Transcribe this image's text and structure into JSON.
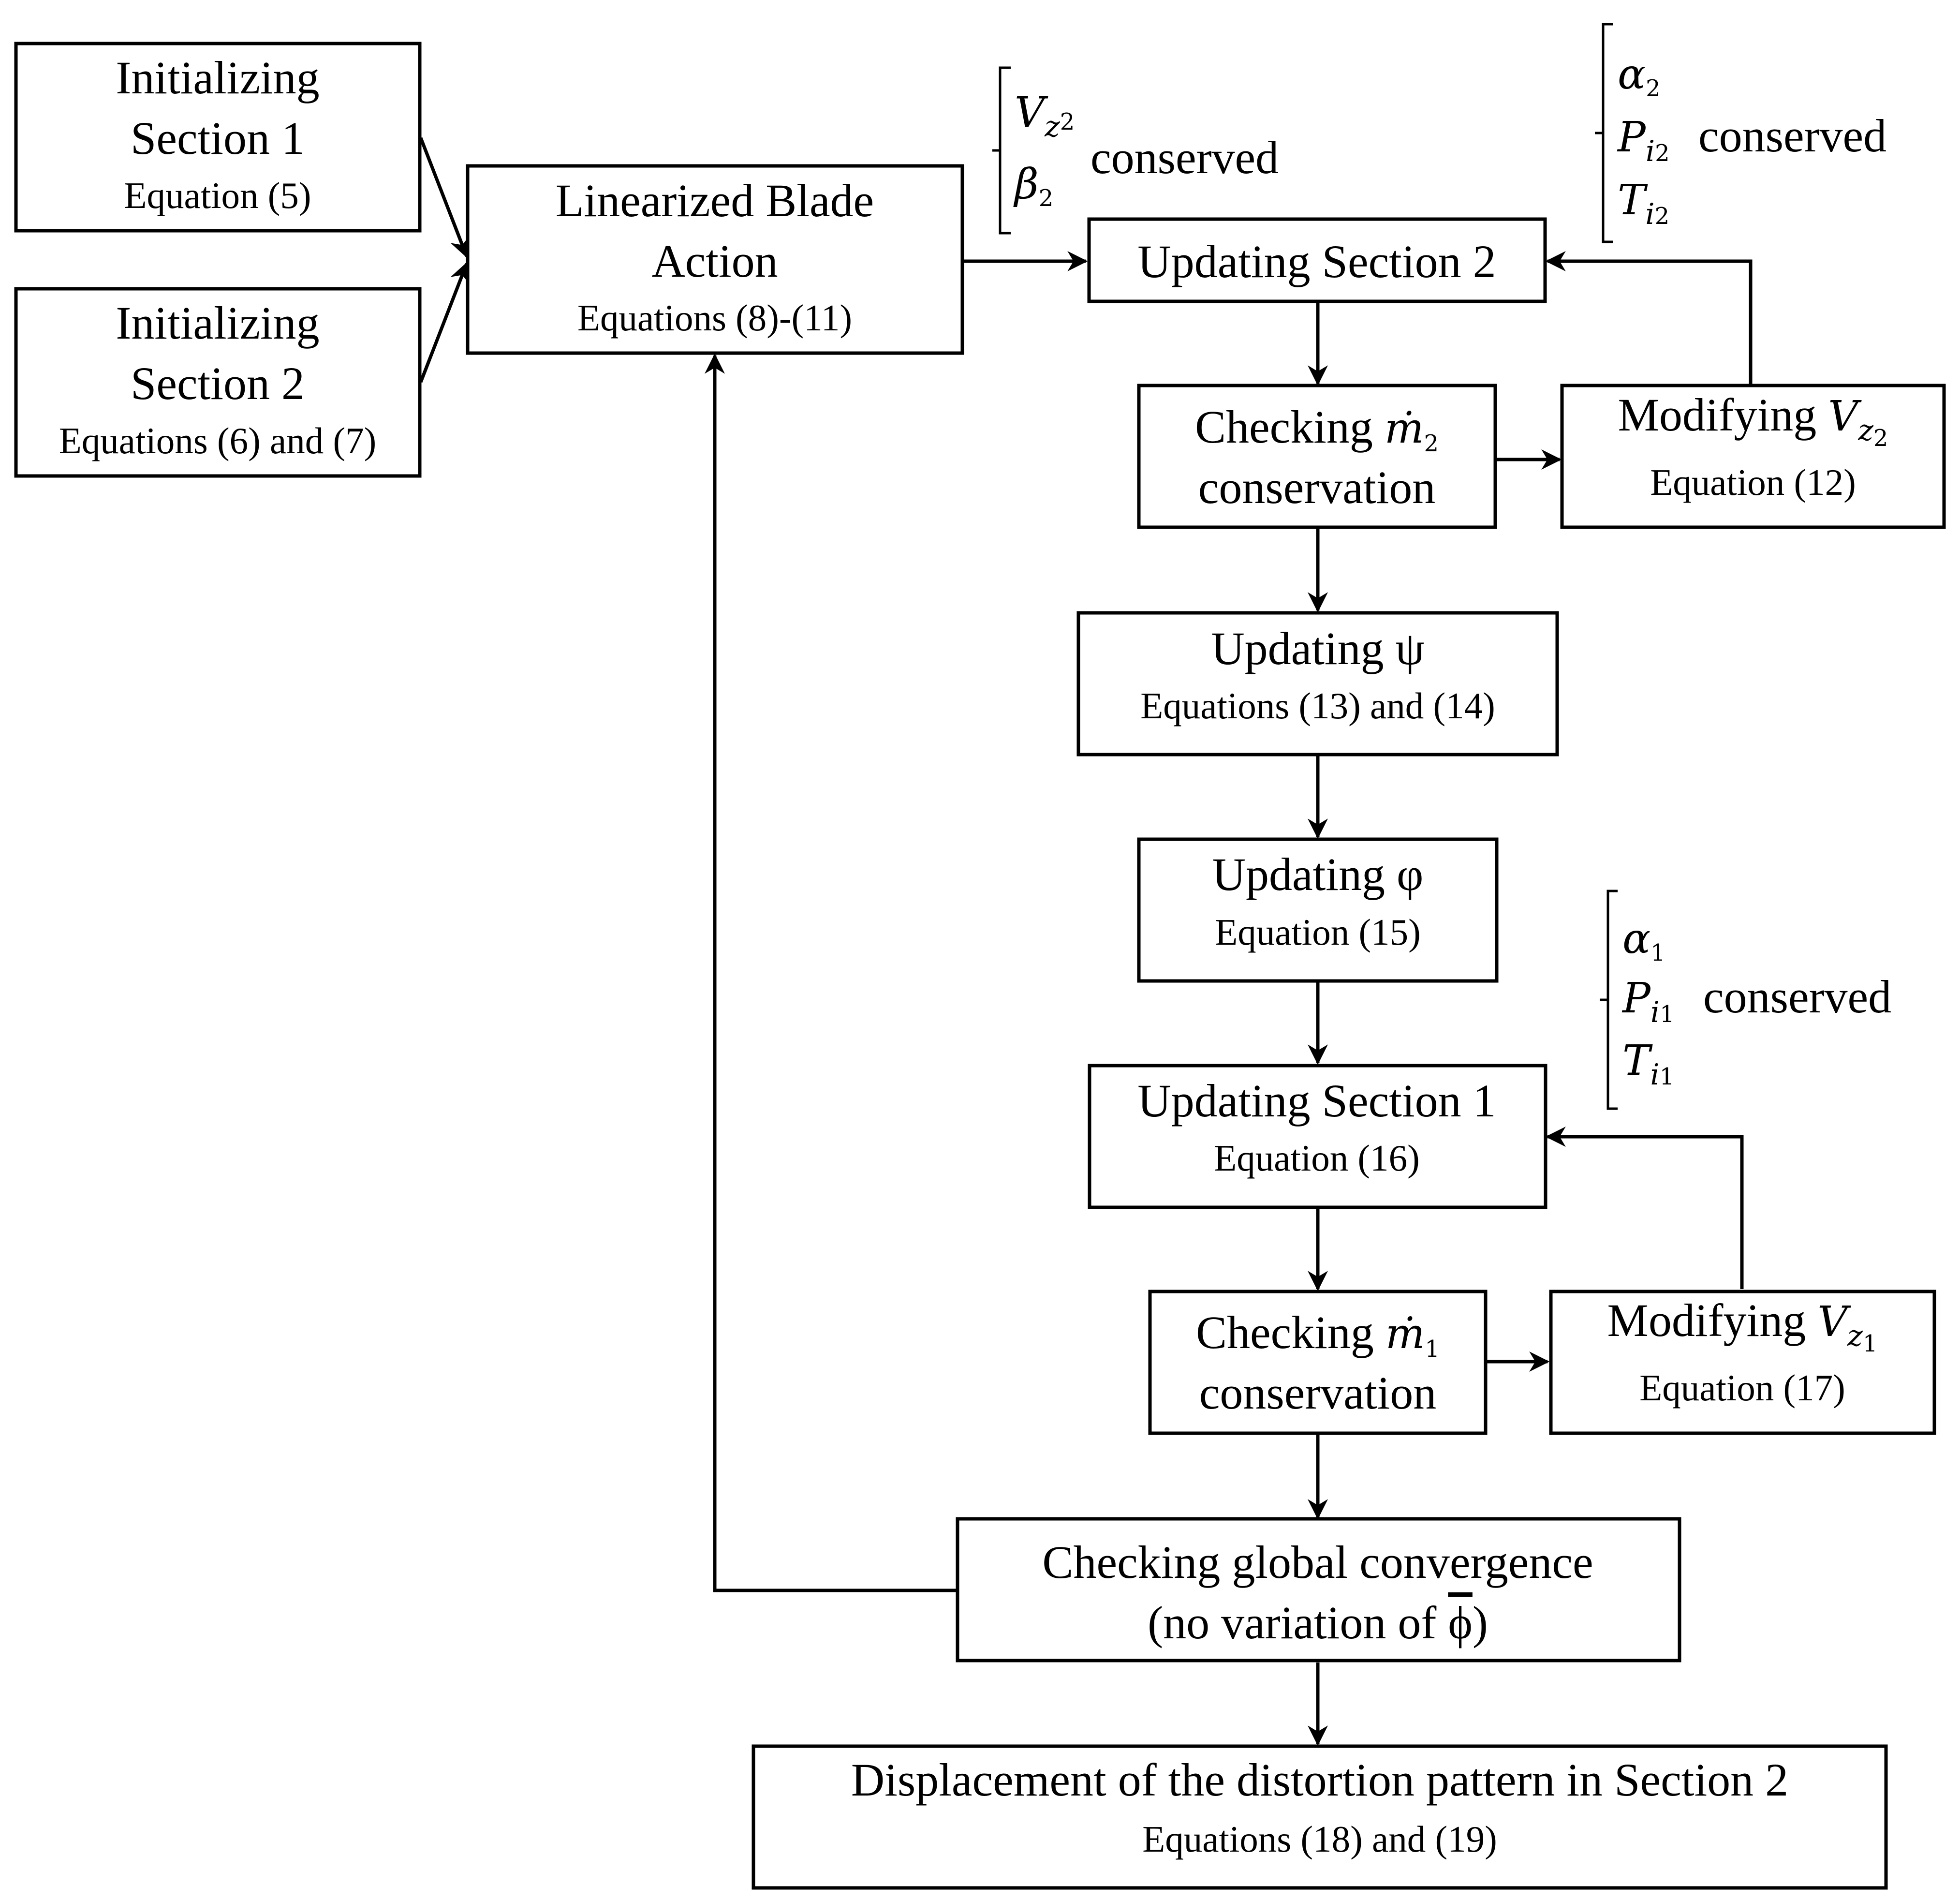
{
  "boxes": {
    "init_s1": {
      "title": [
        "Initializing",
        "Section 1"
      ],
      "sub": "Equation (5)"
    },
    "init_s2": {
      "title": [
        "Initializing",
        "Section 2"
      ],
      "sub": "Equations (6) and (7)"
    },
    "blade": {
      "title": [
        "Linearized Blade",
        "Action"
      ],
      "sub": "Equations (8)-(11)"
    },
    "upd_s2": {
      "title": "Updating Section 2"
    },
    "check_m2": {
      "title_prefix": "Checking",
      "line2": "conservation"
    },
    "mod_vz2": {
      "title_prefix": "Modifying",
      "sub": "Equation (12)"
    },
    "upd_psi": {
      "title": "Updating ψ",
      "sub": "Equations (13) and (14)"
    },
    "upd_phi": {
      "title": "Updating φ",
      "sub": "Equation (15)"
    },
    "upd_s1": {
      "title": "Updating Section 1",
      "sub": "Equation (16)"
    },
    "check_m1": {
      "title_prefix": "Checking",
      "line2": "conservation"
    },
    "mod_vz1": {
      "title_prefix": "Modifying",
      "sub": "Equation (17)"
    },
    "global": {
      "title": [
        "Checking global convergence",
        "(no variation of ",
        "ϕ",
        ")"
      ]
    },
    "displacement": {
      "title": "Displacement of the distortion pattern in Section 2",
      "sub": "Equations (18) and (19)"
    }
  },
  "annotations": {
    "blade_out": {
      "symbols": [
        "V_z2",
        "β_2"
      ],
      "text": "conserved"
    },
    "section2": {
      "symbols": [
        "α_2",
        "P_i2",
        "T_i2"
      ],
      "text": "conserved"
    },
    "section1": {
      "symbols": [
        "α_1",
        "P_i1",
        "T_i1"
      ],
      "text": "conserved"
    }
  },
  "math": {
    "V": "V",
    "z": "z",
    "beta": "β",
    "alpha": "α",
    "P": "P",
    "T": "T",
    "i": "i",
    "m_dot": "ṁ",
    "one": "1",
    "two": "2"
  }
}
